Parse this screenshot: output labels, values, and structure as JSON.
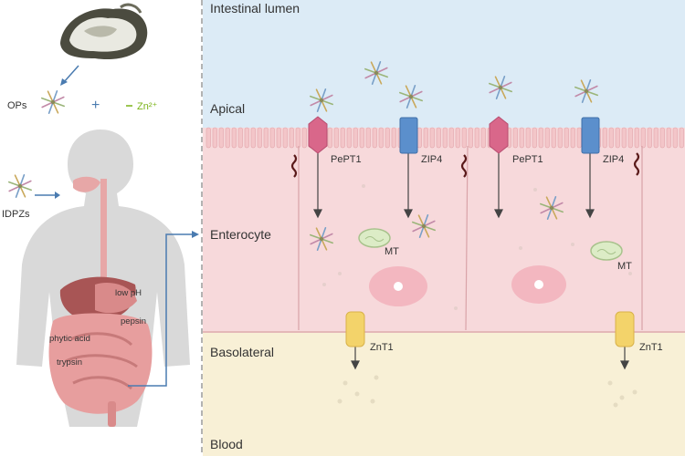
{
  "regions": {
    "lumen": "Intestinal lumen",
    "apical": "Apical",
    "enterocyte": "Enterocyte",
    "basolateral": "Basolateral",
    "blood": "Blood"
  },
  "transporters": {
    "pept1": "PePT1",
    "zip4": "ZIP4",
    "znt1": "ZnT1",
    "mt": "MT"
  },
  "left_panel": {
    "ops": "OPs",
    "plus": "+",
    "zinc": "Zn²⁺",
    "idpzs": "IDPZs",
    "low_ph": "low pH",
    "pepsin": "pepsin",
    "phytic_acid": "phytic acid",
    "trypsin": "trypsin"
  },
  "colors": {
    "lumen": "#dcebf6",
    "epithelium": "#f7d9db",
    "membrane": "#eba8ad",
    "blood": "#f8f0d6",
    "pept1": "#d9678a",
    "zip4": "#5b8fcc",
    "znt1": "#f3d36a",
    "nucleus": "#f3b7c0",
    "mt": "#dcecc6",
    "silhouette": "#d9d9d9",
    "organ": "#e7a7a7",
    "arrow": "#4a7bb0"
  }
}
